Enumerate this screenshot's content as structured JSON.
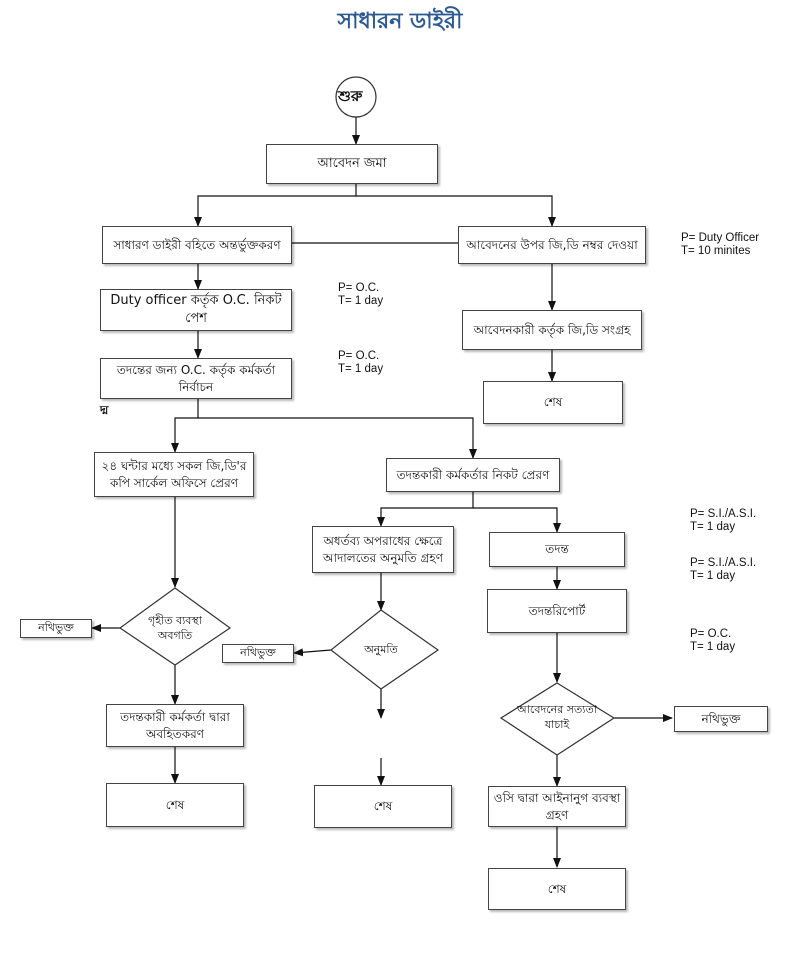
{
  "title": "সাধারন ডাইরী",
  "start": "শুরু",
  "stray_mark": "দ্ম",
  "boxes": {
    "submit": "আবেদন জমা",
    "entry": "সাধারণ ডাইরী বহিতে অন্তর্ভুক্তকরণ",
    "assign_gd": "আবেদনের উপর জি,ডি নম্বর দেওয়া",
    "duty_officer": "Duty officer কর্তৃক O.C. নিকট পেশ",
    "collect": "আবেদনকারী কর্তৃক জি,ডি সংগ্রহ",
    "select_officer": "তদন্তের জন্য O.C. কর্তৃক কর্মকর্তা নির্বাচন",
    "end1": "শেষ",
    "copy_circle": "২৪ ঘন্টার মধ্যে সকল জি,ডি'র কপি সার্কেল অফিসে প্রেরণ",
    "send_investigator": "তদন্তকারী কর্মকর্তার নিকট প্রেরণ",
    "court_permission": "অধর্তব্য অপরাধের ক্ষেত্রে আদালতের অনুমতি গ্রহণ",
    "investigation": "তদন্ত",
    "report": "তদন্তরিপোর্ট",
    "filed_left": "নথিভুক্ত",
    "filed_mid": "নথিভুক্ত",
    "filed_right": "নথিভুক্ত",
    "inform": "তদন্তকারী কর্মকর্তা দ্বারা অবহিতকরণ",
    "oc_action": "ওসি দ্বারা আইনানুগ ব্যবস্থা গ্রহণ",
    "end2": "শেষ",
    "end3": "শেষ",
    "end4": "শেষ"
  },
  "decisions": {
    "action_review": "গৃহীত ব্যবস্থা অবগতি",
    "permission": "অনুমতি",
    "verify": "আবেদনের সত্যতা যাচাই"
  },
  "notes": {
    "duty_officer_time": "P= Duty Officer\nT= 10 minites",
    "oc_1": "P= O.C.\nT= 1 day",
    "oc_2": "P= O.C.\nT= 1 day",
    "si_1": "P= S.I./A.S.I.\nT= 1 day",
    "si_2": "P= S.I./A.S.I.\nT= 1 day",
    "oc_3": "P= O.C.\nT= 1 day"
  }
}
